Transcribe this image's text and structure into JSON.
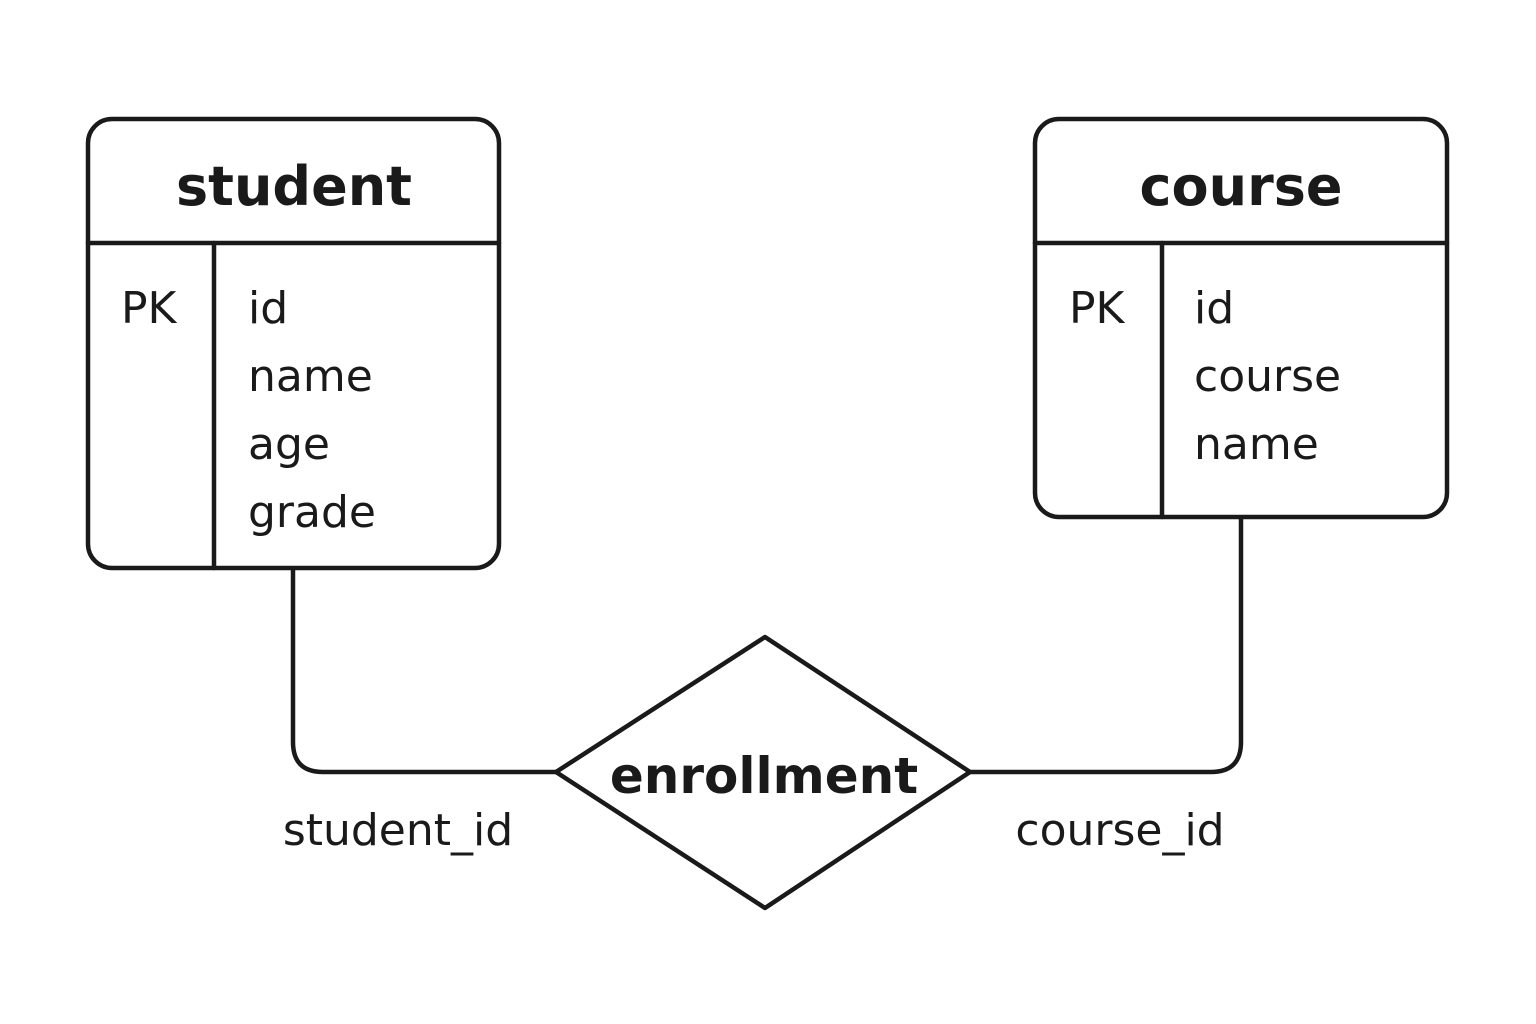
{
  "entities": {
    "student": {
      "title": "student",
      "key_label": "PK",
      "fields": [
        "id",
        "name",
        "age",
        "grade"
      ]
    },
    "course": {
      "title": "course",
      "key_label": "PK",
      "fields": [
        "id",
        "course",
        "name"
      ]
    }
  },
  "relationship": {
    "title": "enrollment",
    "left_label": "student_id",
    "right_label": "course_id"
  },
  "colors": {
    "stroke": "#1a1a1a",
    "background": "#ffffff"
  }
}
